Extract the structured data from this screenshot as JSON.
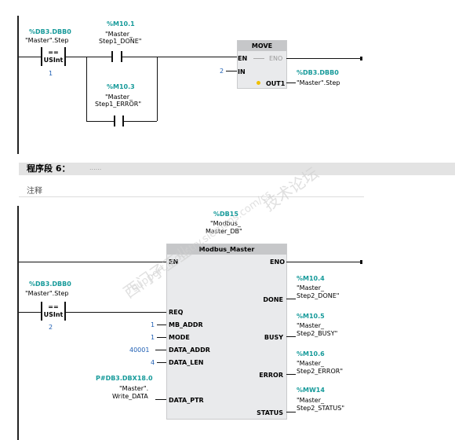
{
  "network5": {
    "cmp": {
      "operand": "%DB3.DBB0",
      "symbol": "\"Master\".Step",
      "op": "==",
      "type": "USInt",
      "value": "1"
    },
    "contact1": {
      "address": "%M10.1",
      "sym1": "\"Master_",
      "sym2": "Step1_DONE\""
    },
    "contact2": {
      "address": "%M10.3",
      "sym1": "\"Master_",
      "sym2": "Step1_ERROR\""
    },
    "move": {
      "title": "MOVE",
      "en": "EN",
      "eno": "ENO",
      "in_label": "IN",
      "in_value": "2",
      "out_label": "OUT1",
      "out_address": "%DB3.DBB0",
      "out_symbol": "\"Master\".Step"
    }
  },
  "segment": {
    "title": "程序段 6：",
    "dots": "......",
    "comment": "注释"
  },
  "network6": {
    "instance": {
      "address": "%DB15",
      "sym1": "\"Modbus_",
      "sym2": "Master_DB\""
    },
    "block": {
      "title": "Modbus_Master",
      "en": "EN",
      "eno": "ENO"
    },
    "cmp": {
      "operand": "%DB3.DBB0",
      "symbol": "\"Master\".Step",
      "op": "==",
      "type": "USInt",
      "value": "2"
    },
    "inputs": [
      {
        "pin": "REQ",
        "value": ""
      },
      {
        "pin": "MB_ADDR",
        "value": "1"
      },
      {
        "pin": "MODE",
        "value": "1"
      },
      {
        "pin": "DATA_ADDR",
        "value": "40001"
      },
      {
        "pin": "DATA_LEN",
        "value": "4"
      }
    ],
    "data_ptr": {
      "pin": "DATA_PTR",
      "address": "P#DB3.DBX18.0",
      "sym1": "\"Master\".",
      "sym2": "Write_DATA"
    },
    "outputs": [
      {
        "pin": "DONE",
        "address": "%M10.4",
        "sym1": "\"Master_",
        "sym2": "Step2_DONE\""
      },
      {
        "pin": "BUSY",
        "address": "%M10.5",
        "sym1": "\"Master_",
        "sym2": "Step2_BUSY\""
      },
      {
        "pin": "ERROR",
        "address": "%M10.6",
        "sym1": "\"Master_",
        "sym2": "Step2_ERROR\""
      },
      {
        "pin": "STATUS",
        "address": "%MW14",
        "sym1": "\"Master_",
        "sym2": "Step2_STATUS\""
      }
    ]
  },
  "watermark": {
    "line1": "西门子工业",
    "line2": "support.industry.siemens.com/cs",
    "line3": "技术论坛"
  }
}
